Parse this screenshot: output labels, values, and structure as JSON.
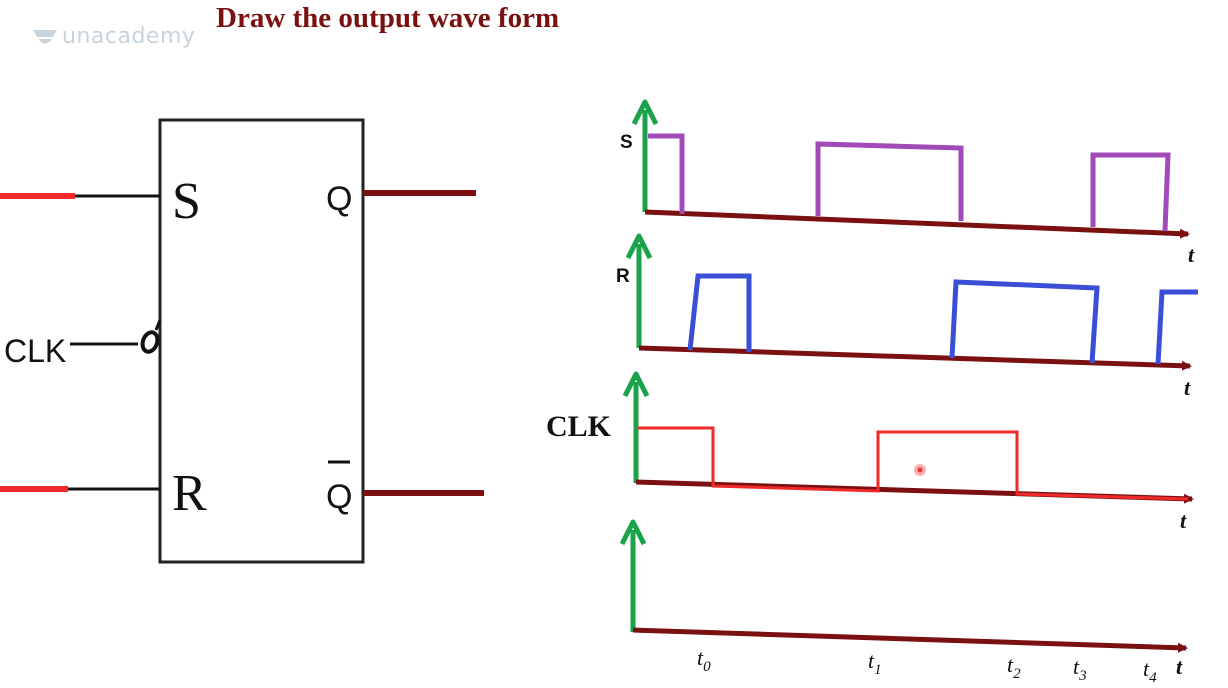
{
  "header": {
    "title": "Draw the output wave form",
    "logo_text": "unacademy"
  },
  "flipflop": {
    "inputs": {
      "s": "S",
      "r": "R",
      "clk": "CLK"
    },
    "outputs": {
      "q": "Q",
      "qbar": "Q"
    }
  },
  "waveforms": {
    "s_label": "S",
    "r_label": "R",
    "clk_label": "CLK",
    "axis_label": "t",
    "time_marks": [
      {
        "base": "t",
        "sub": "0"
      },
      {
        "base": "t",
        "sub": "1"
      },
      {
        "base": "t",
        "sub": "2"
      },
      {
        "base": "t",
        "sub": "3"
      },
      {
        "base": "t",
        "sub": "4"
      }
    ]
  },
  "colors": {
    "title": "#7a1010",
    "axis": "#7a1010",
    "arrow": "#1aa34a",
    "s_wave": "#a24bb8",
    "r_wave": "#3a4fd6",
    "clk_wave": "#ee2a2a",
    "input_wire": "#ee2a2a",
    "output_wire": "#7a1010"
  }
}
